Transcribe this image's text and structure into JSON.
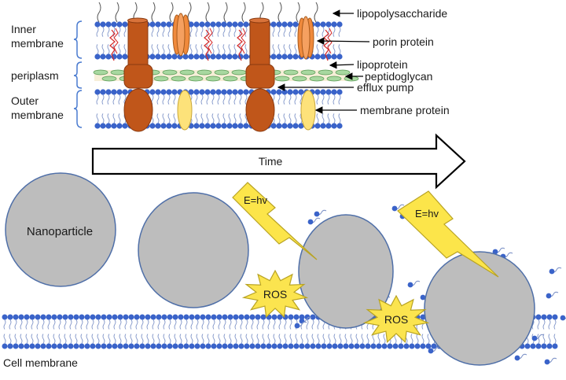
{
  "membrane_diagram": {
    "side_labels": {
      "inner_membrane": [
        "Inner",
        "membrane"
      ],
      "periplasm": "periplasm",
      "outer_membrane": [
        "Outer",
        "membrane"
      ]
    },
    "callouts": {
      "lipopolysaccharide": "lipopolysaccharide",
      "porin_protein": "porin protein",
      "lipoprotein": "lipoprotein",
      "peptidoglycan": "peptidoglycan",
      "efflux_pump": "efflux pump",
      "membrane_protein": "membrane protein"
    }
  },
  "time_arrow": {
    "label": "Time"
  },
  "sequence": {
    "nanoparticle_label": "Nanoparticle",
    "energy_label": "E=hv",
    "ros_label": "ROS",
    "cell_membrane_label": "Cell membrane"
  },
  "colors": {
    "lipid_head": "#3a63c9",
    "efflux_pump": "#c0561a",
    "porin": "#f08a3c",
    "membrane_protein": "#fde27a",
    "nanoparticle": "#bdbdbd",
    "lightning": "#fce54a",
    "ros_burst": "#fbe44f",
    "peptidoglycan": "#a8d8a0",
    "lipoprotein": "#d42a2a"
  }
}
